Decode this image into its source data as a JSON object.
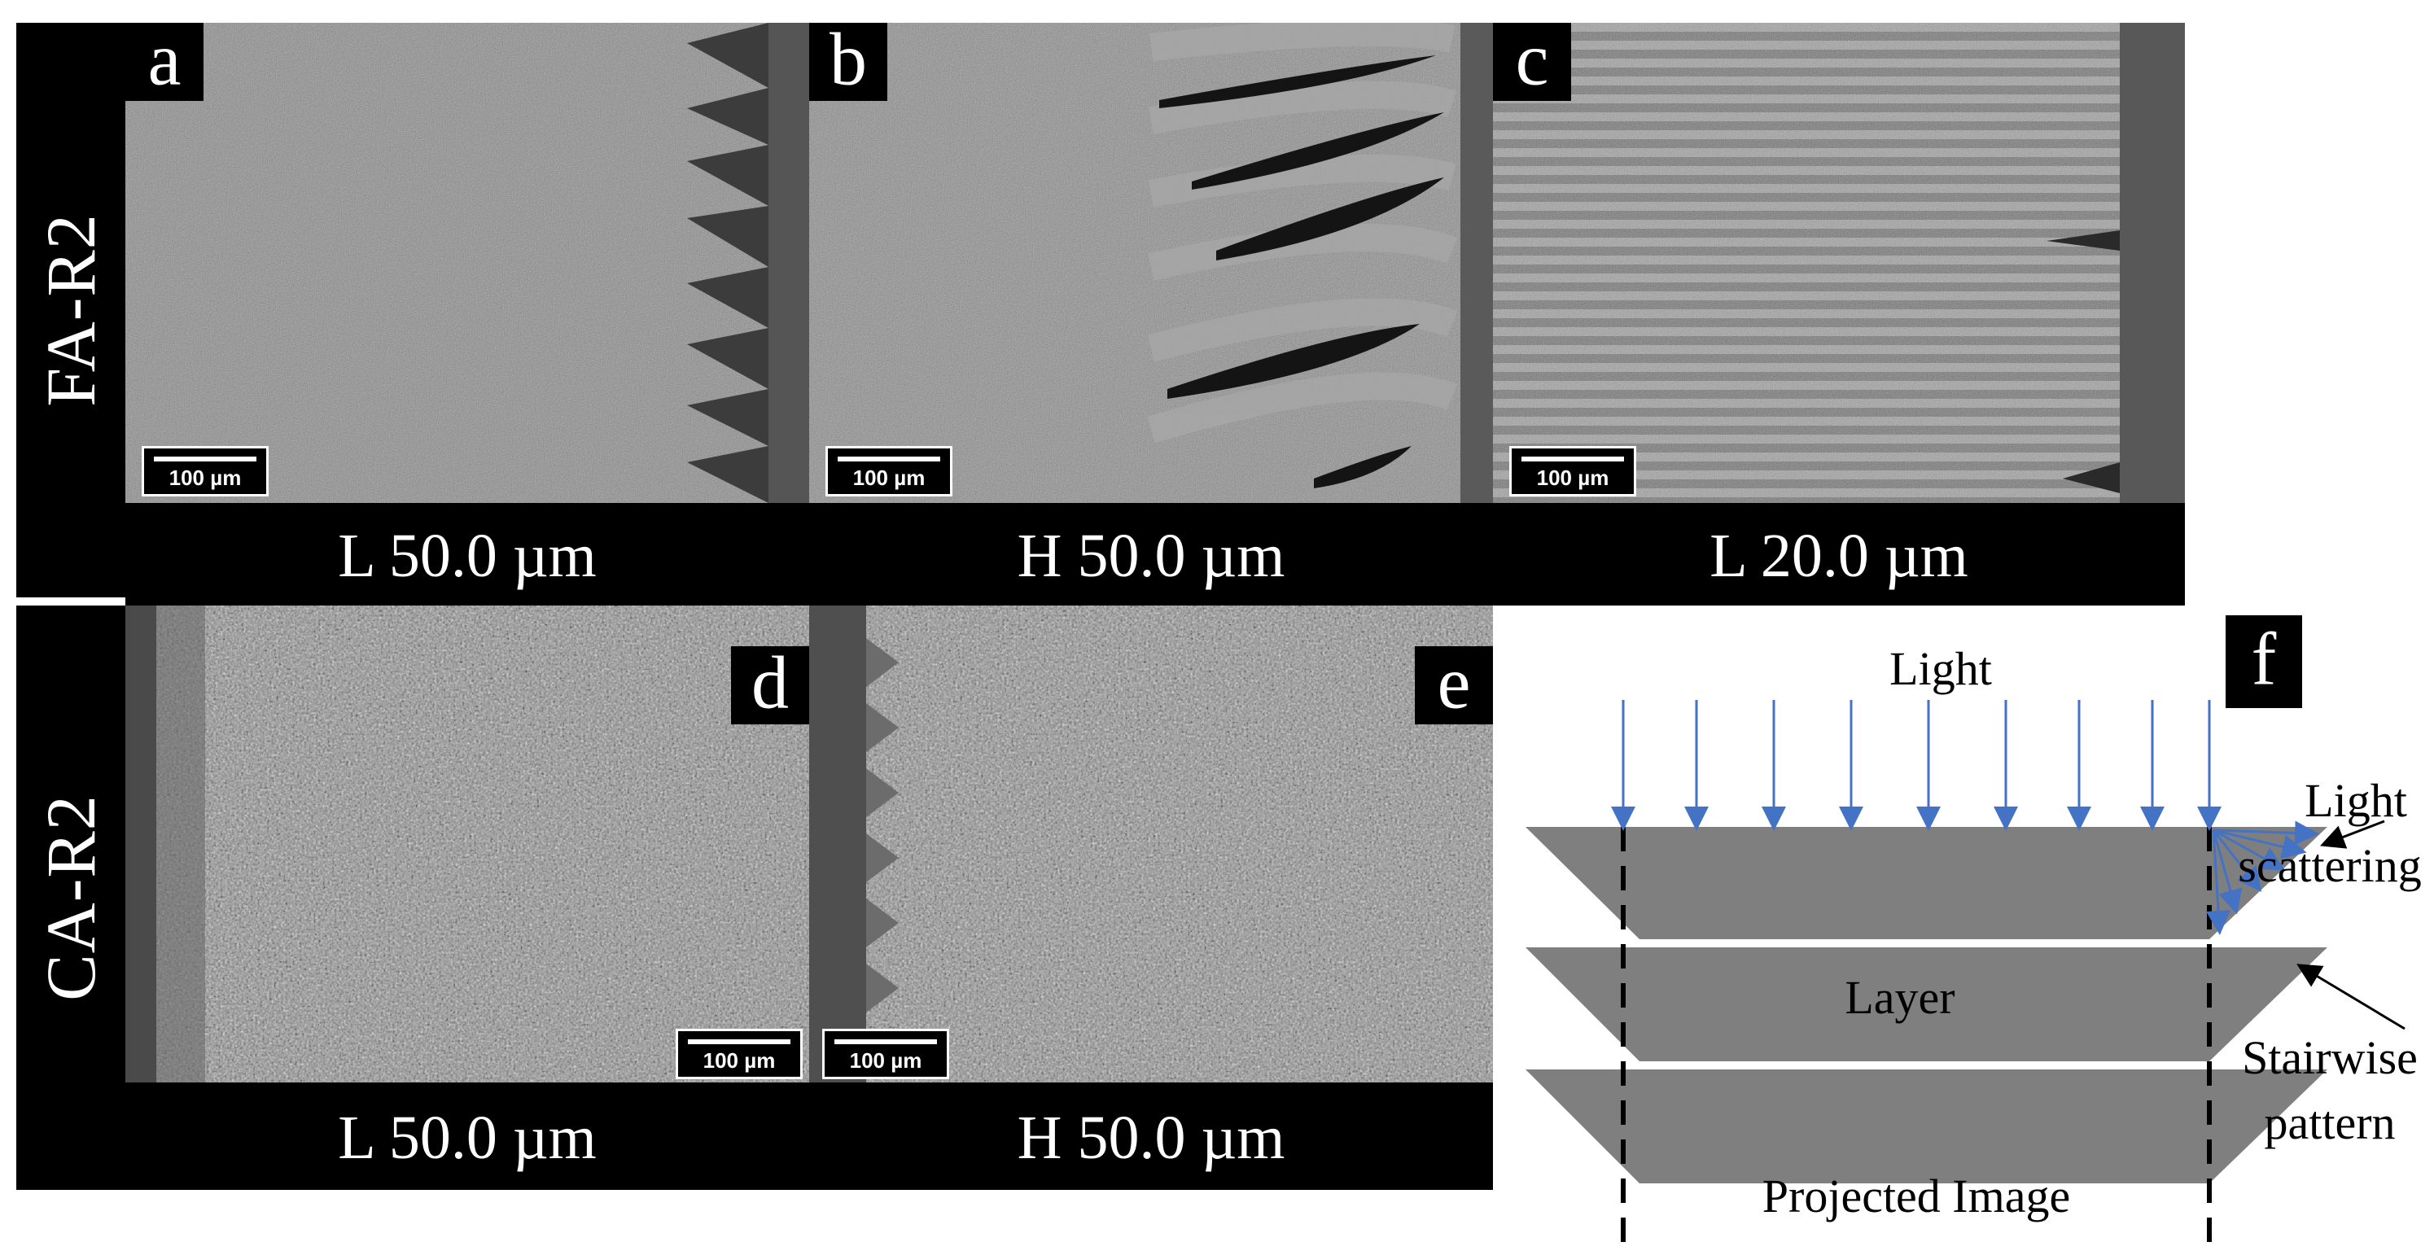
{
  "rows": {
    "top_label": "FA-R2",
    "bottom_label": "CA-R2"
  },
  "panels": {
    "a": {
      "letter": "a",
      "scale": "100 µm",
      "caption": "L 50.0 µm"
    },
    "b": {
      "letter": "b",
      "scale": "100 µm",
      "caption": "H 50.0 µm"
    },
    "c": {
      "letter": "c",
      "scale": "100 µm",
      "caption": "L 20.0 µm"
    },
    "d": {
      "letter": "d",
      "scale": "100 µm",
      "caption": "L 50.0 µm"
    },
    "e": {
      "letter": "e",
      "scale": "100 µm",
      "caption": "H 50.0 µm"
    }
  },
  "schematic": {
    "letter": "f",
    "light": "Light",
    "light_scattering_line1": "Light",
    "light_scattering_line2": "scattering",
    "layer": "Layer",
    "stairwise_line1": "Stairwise",
    "stairwise_line2": "pattern",
    "projected_image": "Projected Image",
    "colors": {
      "arrow": "#4472c4",
      "layer": "#7f7f7f"
    }
  }
}
